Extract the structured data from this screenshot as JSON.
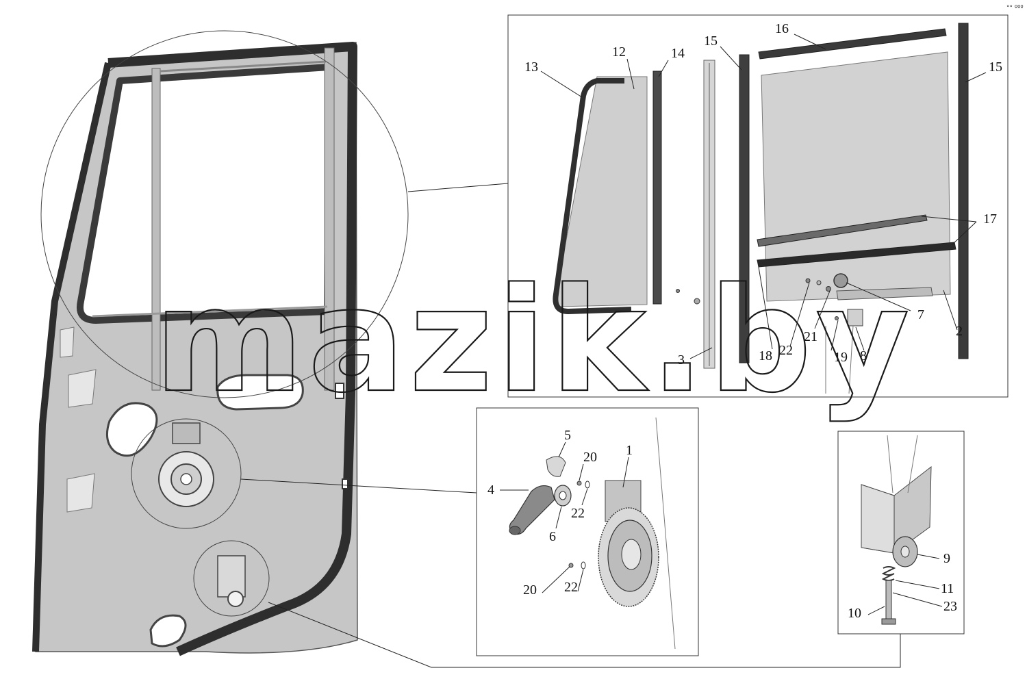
{
  "watermark": "mazik.by",
  "corner_mark": "°° ººº",
  "callouts": {
    "c13": "13",
    "c12": "12",
    "c14": "14",
    "c15a": "15",
    "c16": "16",
    "c15b": "15",
    "c17": "17",
    "c7": "7",
    "c2": "2",
    "c3": "3",
    "c18": "18",
    "c22a": "22",
    "c21": "21",
    "c19": "19",
    "c8": "8",
    "c5": "5",
    "c20a": "20",
    "c1": "1",
    "c4": "4",
    "c22b": "22",
    "c6": "6",
    "c20b": "20",
    "c22c": "22",
    "c9": "9",
    "c11": "11",
    "c10": "10",
    "c23": "23"
  },
  "colors": {
    "panel": "#c9c9c9",
    "panel_dark": "#a9a9a9",
    "seal": "#3c3c3c",
    "glass": "#d2d2d2",
    "line": "#1a1a1a"
  }
}
